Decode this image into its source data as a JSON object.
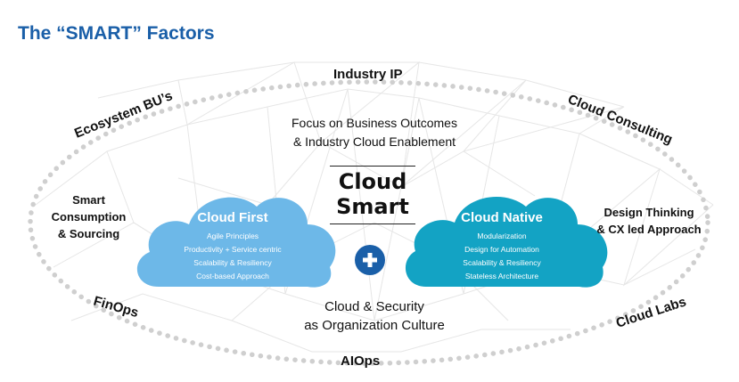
{
  "title": "The “SMART” Factors",
  "ring_labels": {
    "industry_ip": "Industry IP",
    "ecosystem": "Ecosystem BU’s",
    "cloud_consulting": "Cloud Consulting",
    "finops": "FinOps",
    "cloud_labs": "Cloud Labs",
    "aiops": "AIOps"
  },
  "center": {
    "top_line1": "Focus on Business Outcomes",
    "top_line2": "& Industry Cloud Enablement",
    "bottom_line1": "Cloud & Security",
    "bottom_line2": "as Organization Culture",
    "logo_line1": "Cloud",
    "logo_line2": "Smart"
  },
  "left_side": {
    "line1": "Smart",
    "line2": "Consumption",
    "line3": "& Sourcing"
  },
  "right_side": {
    "line1": "Design Thinking",
    "line2": "& CX led Approach"
  },
  "cloud_first": {
    "title": "Cloud First",
    "items": [
      "Agile Principles",
      "Productivity + Service centric",
      "Scalability & Resiliency",
      "Cost-based Approach"
    ],
    "color": "#6db8e8"
  },
  "cloud_native": {
    "title": "Cloud Native",
    "items": [
      "Modularization",
      "Design for Automation",
      "Scalability & Resiliency",
      "Stateless Architecture"
    ],
    "color": "#13a3c4"
  },
  "colors": {
    "title": "#1a5fa8",
    "ring_dots": "#cfcfcf",
    "plus_circle": "#1a5fa8",
    "network_lines": "#e6e6e6"
  },
  "icons": {
    "plus": "plus-circle-icon"
  }
}
